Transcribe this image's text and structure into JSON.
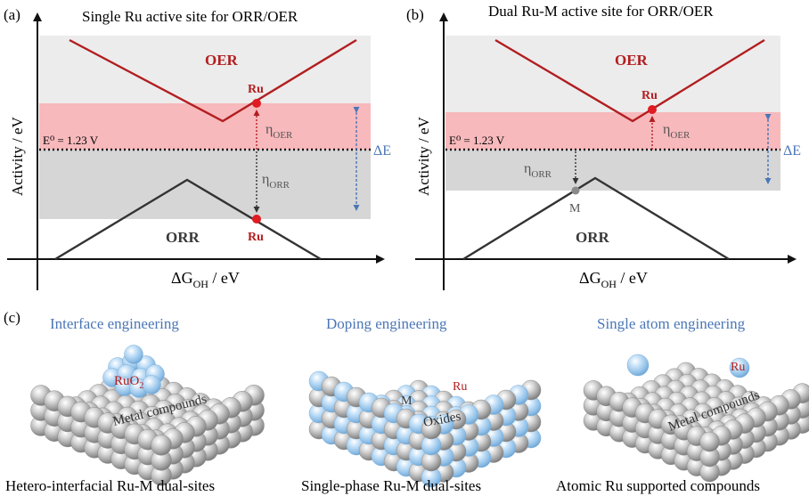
{
  "panels": {
    "a": {
      "letter": "(a)",
      "title": "Single Ru active site for ORR/OER",
      "y_axis_label": "Activity / eV",
      "x_axis_label_main": "ΔG",
      "x_axis_label_sub": "OH",
      "x_axis_label_unit": " / eV",
      "equilibrium_label": "E⁰ = 1.23 V",
      "oer_label": "OER",
      "orr_label": "ORR",
      "site_label_top": "Ru",
      "site_label_bottom": "Ru",
      "eta_oer_main": "η",
      "eta_oer_sub": "OER",
      "eta_orr_main": "η",
      "eta_orr_sub": "ORR",
      "delta_e_label": "ΔE"
    },
    "b": {
      "letter": "(b)",
      "title": "Dual Ru-M active site for ORR/OER",
      "y_axis_label": "Activity / eV",
      "x_axis_label_main": "ΔG",
      "x_axis_label_sub": "OH",
      "x_axis_label_unit": " / eV",
      "equilibrium_label": "E⁰ = 1.23 V",
      "oer_label": "OER",
      "orr_label": "ORR",
      "site_label_top": "Ru",
      "site_label_bottom": "M",
      "eta_oer_main": "η",
      "eta_oer_sub": "OER",
      "eta_orr_main": "η",
      "eta_orr_sub": "ORR",
      "delta_e_label": "ΔE"
    },
    "c": {
      "letter": "(c)",
      "items": [
        {
          "title": "Interface engineering",
          "overlay_main": "RuO",
          "overlay_sub": "2",
          "substrate_label": "Metal compounds",
          "caption": "Hetero-interfacial Ru-M dual-sites"
        },
        {
          "title": "Doping  engineering",
          "dopant_label": "Ru",
          "host_label": "M",
          "substrate_label": "Oxides",
          "caption": "Single-phase Ru-M dual-sites"
        },
        {
          "title": "Single atom engineering",
          "atom_label": "Ru",
          "substrate_label": "Metal compounds",
          "caption": "Atomic Ru supported compounds"
        }
      ]
    }
  },
  "colors": {
    "oer_line": "#b21e20",
    "orr_line": "#333333",
    "pink_band": "#f7b9bc",
    "grey_band": "#d6d6d6",
    "light_band": "#ececec",
    "delta_e": "#4a76b6",
    "title_blue": "#4a76b6",
    "atom_grey": "#b8b8b8",
    "atom_blue": "#a9d0f0"
  }
}
